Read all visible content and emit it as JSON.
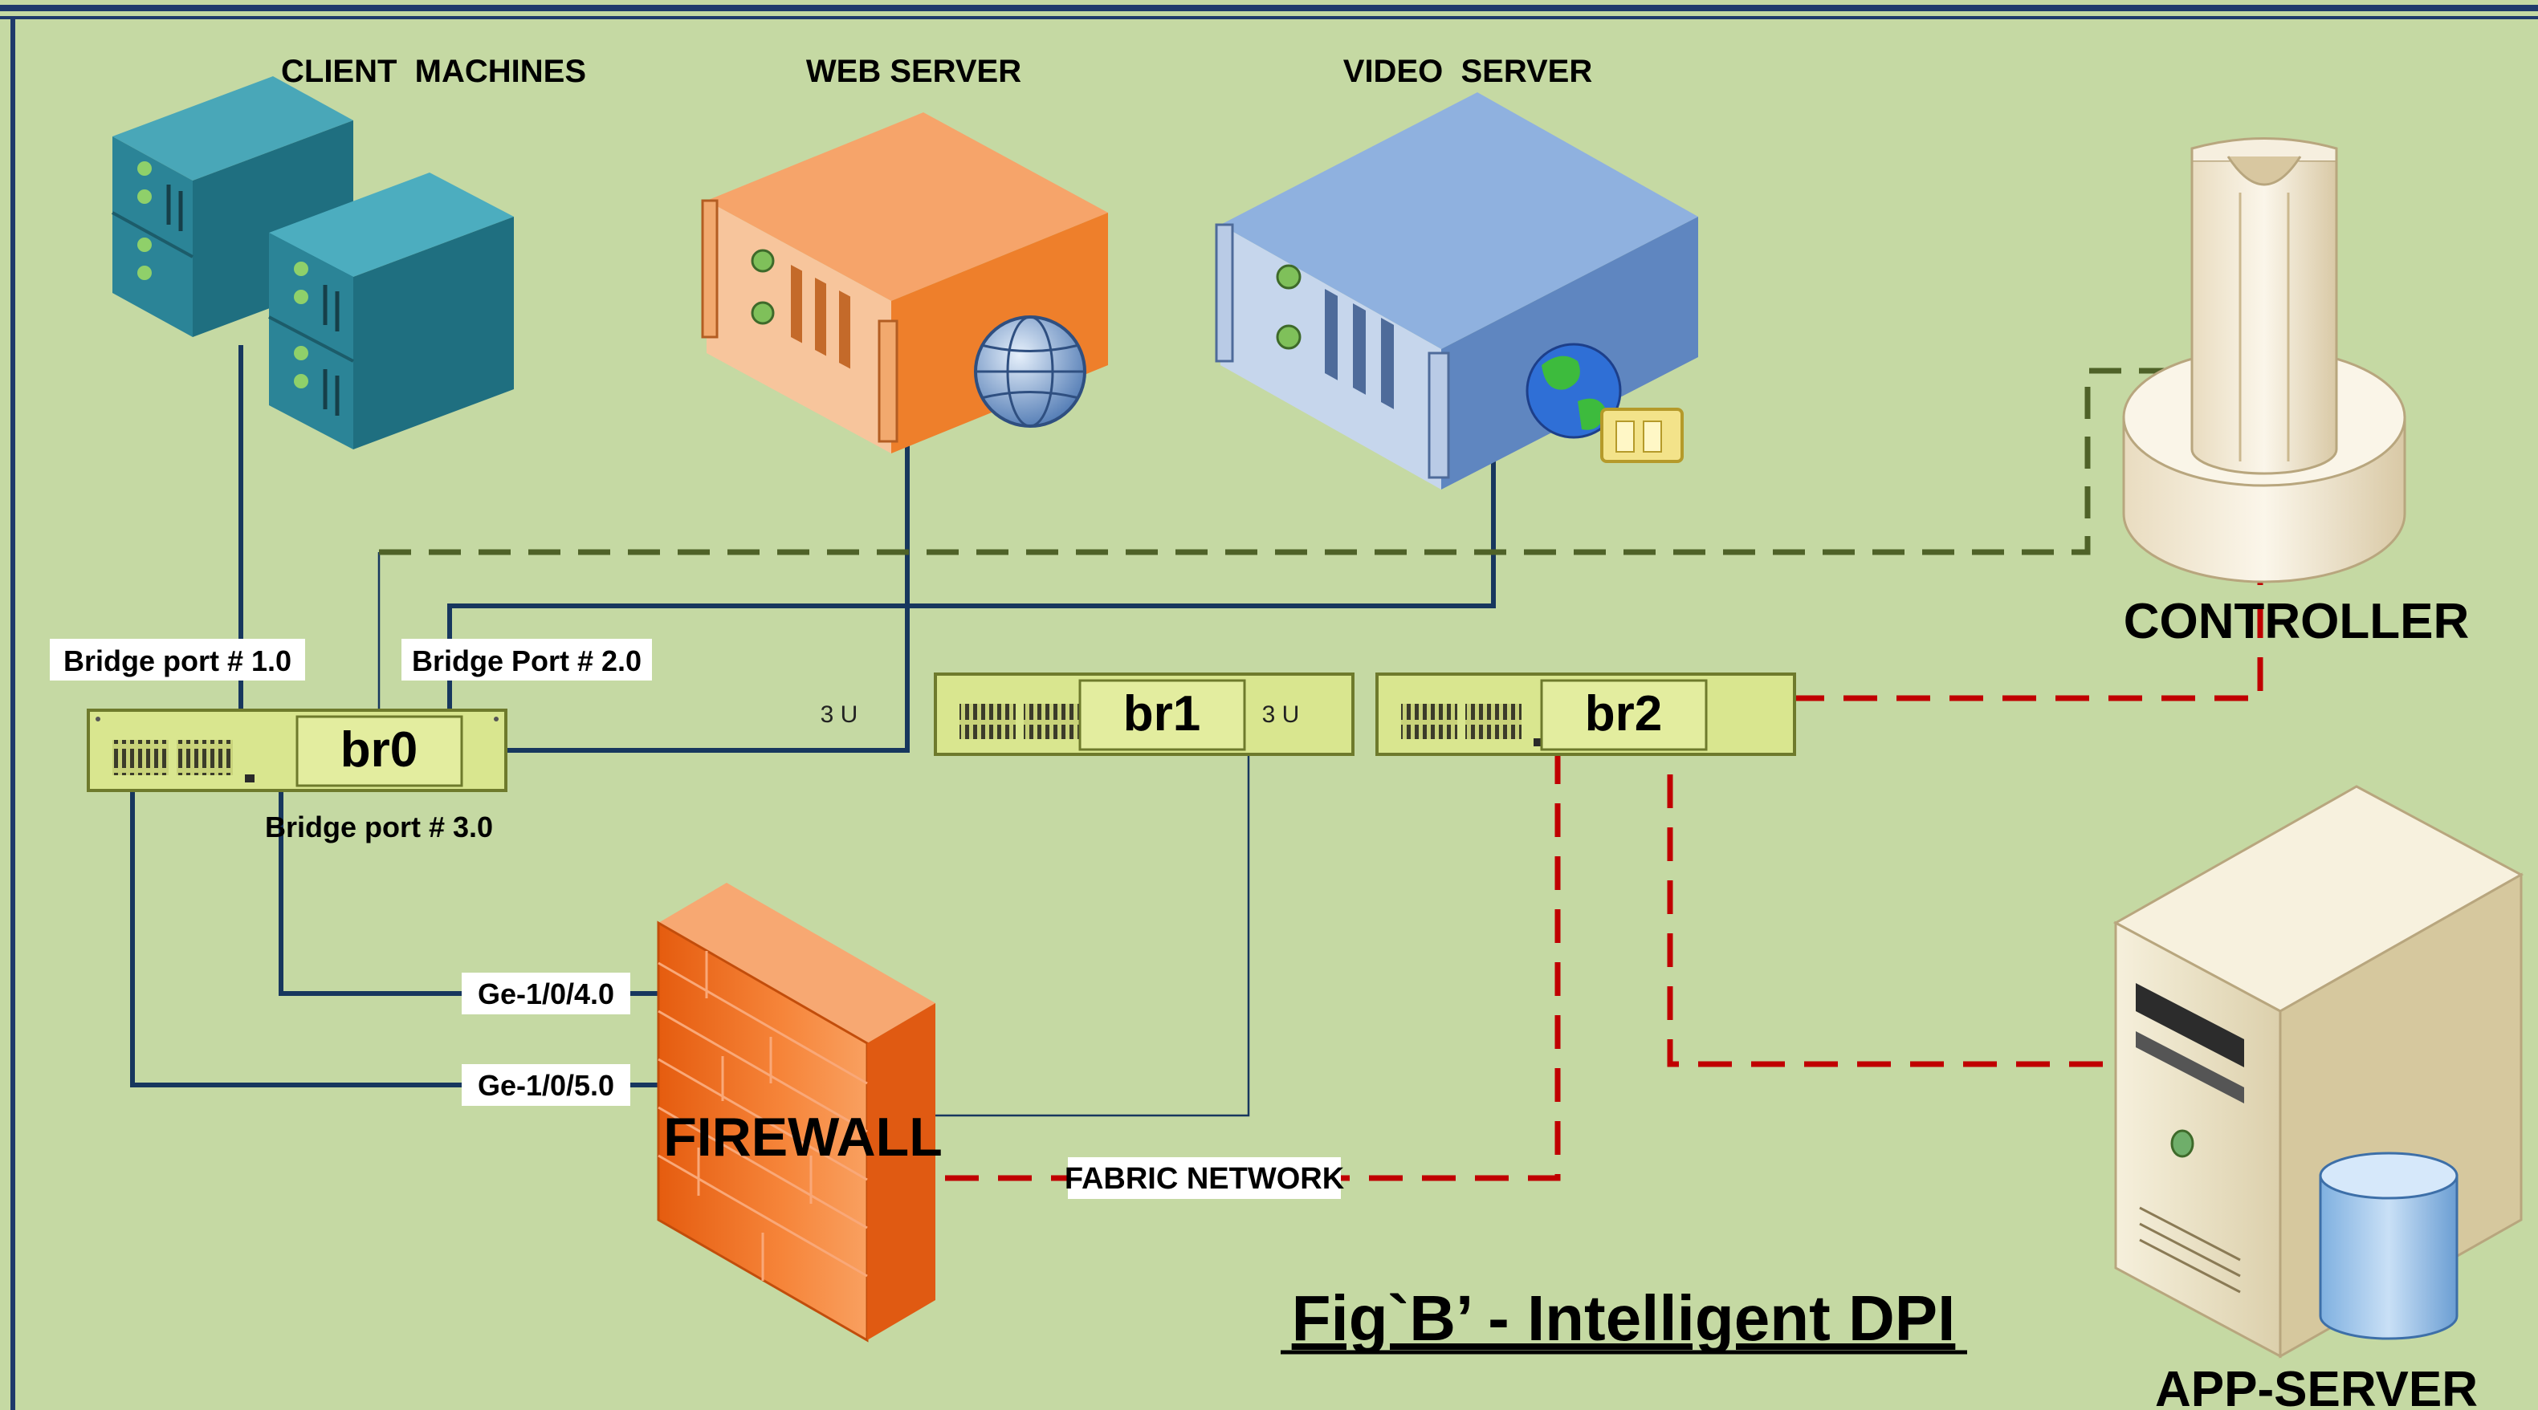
{
  "labels": {
    "client_machines": "CLIENT  MACHINES",
    "web_server": "WEB SERVER",
    "video_server": "VIDEO  SERVER",
    "controller": "CONTROLLER",
    "app_server": "APP-SERVER",
    "firewall": "FIREWALL",
    "fabric_network": "FABRIC NETWORK",
    "bridge_port_1": "Bridge port # 1.0",
    "bridge_port_2": "Bridge Port # 2.0",
    "bridge_port_3": "Bridge port # 3.0",
    "ge_4": "Ge-1/0/4.0",
    "ge_5": "Ge-1/0/5.0",
    "three_u": "3 U",
    "figure_title": "Fig`B’ - Intelligent DPI"
  },
  "bridges": [
    {
      "name": "br0"
    },
    {
      "name": "br1"
    },
    {
      "name": "br2"
    }
  ],
  "colors": {
    "background": "#c5d9a3",
    "data_link": "#17375e",
    "control_link": "#4f6228",
    "fabric_link": "#c00000",
    "firewall": "#f27a2c",
    "web_server": "#f0883a",
    "video_server": "#6f93c8",
    "client_rack": "#2f8ea0",
    "controller": "#f2ebd6",
    "app_server": "#ede4c4"
  }
}
